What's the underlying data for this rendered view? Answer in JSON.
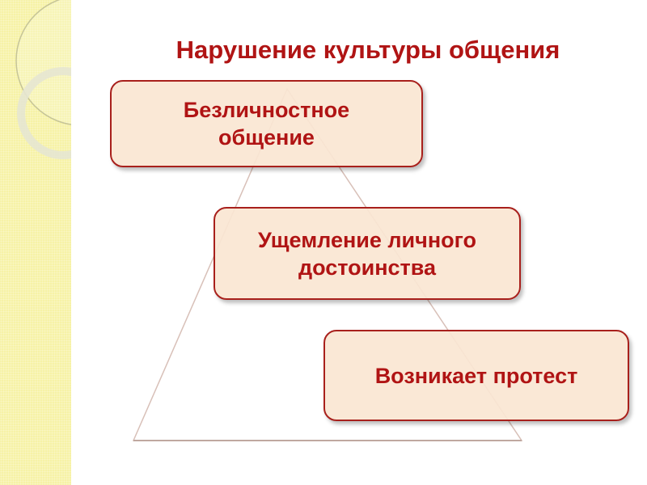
{
  "title": "Нарушение культуры общения",
  "levels": [
    {
      "line1": "Безличностное",
      "line2": "общение"
    },
    {
      "line1": "Ущемление личного",
      "line2": "достоинства"
    },
    {
      "line1": "Возникает протест"
    }
  ],
  "colors": {
    "accent": "#b01414",
    "box_fill": "#fae6d2",
    "sidebar": "#f6f2a6"
  }
}
